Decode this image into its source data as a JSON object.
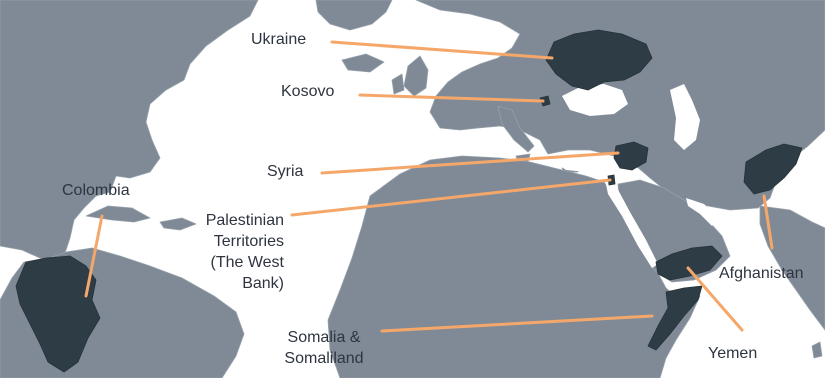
{
  "labels": {
    "ukraine": "Ukraine",
    "kosovo": "Kosovo",
    "syria": "Syria",
    "colombia": "Colombia",
    "palestinian": "Palestinian\nTerritories\n(The West\nBank)",
    "afghanistan": "Afghanistan",
    "somalia": "Somalia &\nSomaliland",
    "yemen": "Yemen"
  },
  "colors": {
    "water": "#ffffff",
    "land": "#7f8a96",
    "borders": "#97a1ab",
    "highlight": "#2e3d45",
    "leader_line": "#f5a76a",
    "label_text": "#2e3440"
  }
}
